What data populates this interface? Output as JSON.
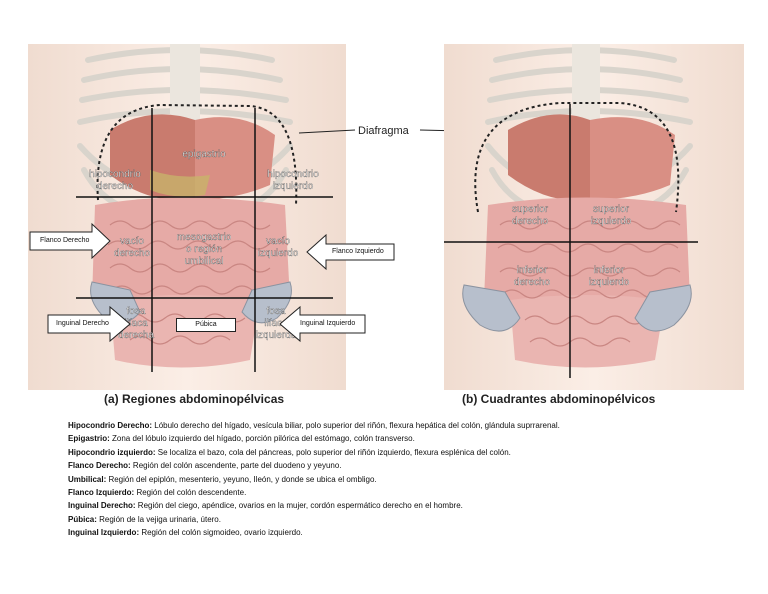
{
  "panel_a": {
    "caption": "(a) Regiones abdominopélvicas",
    "regions": {
      "hipocondrio_derecho": [
        "hipocondrio",
        "derecho"
      ],
      "epigastrio": [
        "epigastrio"
      ],
      "hipocondrio_izquierdo": [
        "hipocondrio",
        "izquierdo"
      ],
      "vacio_derecho": [
        "vacío",
        "derecho"
      ],
      "mesogastrio": [
        "mesogastrio",
        "o región",
        "umbilical"
      ],
      "vacio_izquierdo": [
        "vacío",
        "izquierdo"
      ],
      "fosa_iliaca_derecha": [
        "fosa",
        "ilíaca",
        "derecha"
      ],
      "fosa_iliaca_izquierda": [
        "fosa",
        "ilíaca",
        "izquierda"
      ]
    },
    "callouts": {
      "flanco_derecho": "Flanco Derecho",
      "flanco_izquierdo": "Flanco Izquierdo",
      "inguinal_derecho": "Inguinal Derecho",
      "pubica": "Púbica",
      "inguinal_izquierdo": "Inguinal Izquierdo"
    }
  },
  "diafragma_label": "Diafragma",
  "panel_b": {
    "caption": "(b) Cuadrantes abdominopélvicos",
    "quadrants": {
      "superior_derecho": [
        "superior",
        "derecho"
      ],
      "superior_izquierdo": [
        "superior",
        "izquierdo"
      ],
      "inferior_derecho": [
        "inferior",
        "derecho"
      ],
      "inferior_izquierdo": [
        "inferior",
        "izquierdo"
      ]
    }
  },
  "notes": [
    {
      "term": "Hipocondrio Derecho:",
      "text": " Lóbulo derecho del hígado, vesícula biliar, polo superior del riñón, flexura hepática del colón, glándula suprrarenal."
    },
    {
      "term": "Epigastrio:",
      "text": " Zona del lóbulo izquierdo del hígado, porción pilórica del estómago, colón transverso."
    },
    {
      "term": "Hipocondrio izquierdo:",
      "text": " Se localiza el bazo, cola del páncreas, polo superior del riñón izquierdo, flexura esplénica del colón."
    },
    {
      "term": "Flanco Derecho:",
      "text": " Región del colón ascendente, parte del duodeno y yeyuno."
    },
    {
      "term": "Umbilical:",
      "text": " Región del epiplón, mesenterio, yeyuno, Ileón, y donde se ubica el ombligo."
    },
    {
      "term": "Flanco Izquierdo:",
      "text": " Región del colón descendente."
    },
    {
      "term": "Inguinal Derecho:",
      "text": " Región del ciego, apéndice, ovarios en la mujer, cordón espermático derecho en el hombre."
    },
    {
      "term": "Púbica:",
      "text": " Región de la vejiga urinaria, útero."
    },
    {
      "term": "Inguinal Izquierdo:",
      "text": " Región del colón sigmoideo, ovario izquierdo."
    }
  ]
}
